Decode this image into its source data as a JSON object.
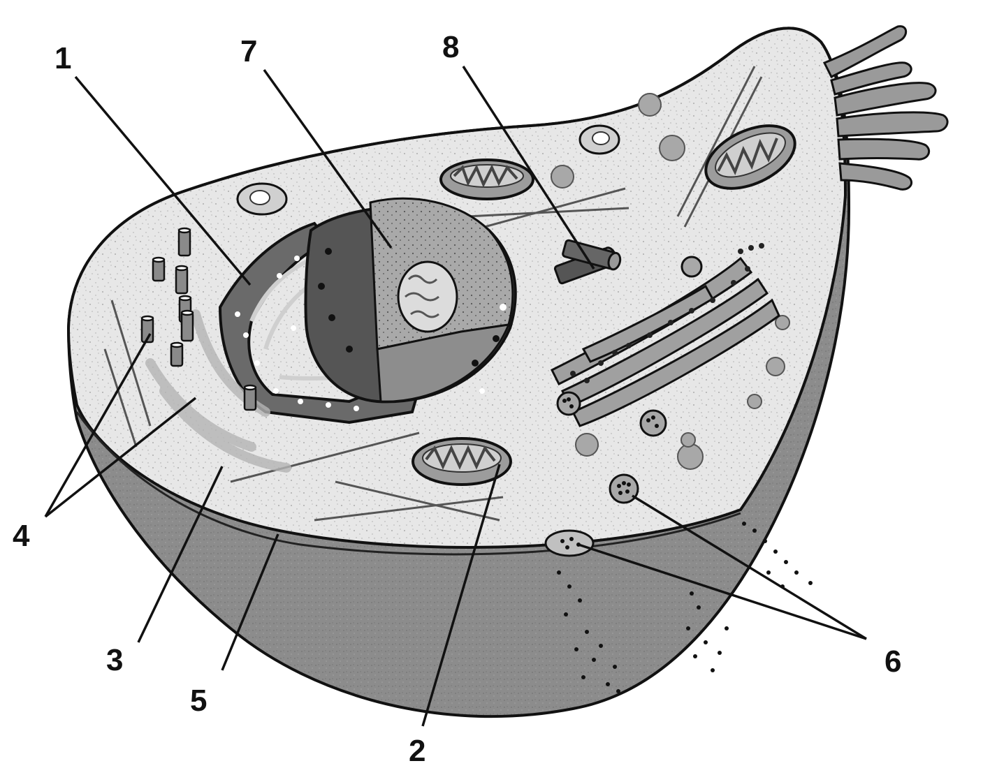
{
  "diagram": {
    "labels": [
      {
        "id": "1",
        "text": "1"
      },
      {
        "id": "7",
        "text": "7"
      },
      {
        "id": "8",
        "text": "8"
      },
      {
        "id": "4",
        "text": "4"
      },
      {
        "id": "3",
        "text": "3"
      },
      {
        "id": "5",
        "text": "5"
      },
      {
        "id": "2",
        "text": "2"
      },
      {
        "id": "6",
        "text": "6"
      }
    ]
  },
  "colors": {
    "outline": "#111111",
    "cytoplasm": "#e6e6e6",
    "shell": "#8e8e8e",
    "shell_dark": "#6f6f6f",
    "organelle": "#9c9c9c",
    "organelle_dark": "#4a4a4a",
    "nucleus_inner": "#b8b8b8"
  }
}
